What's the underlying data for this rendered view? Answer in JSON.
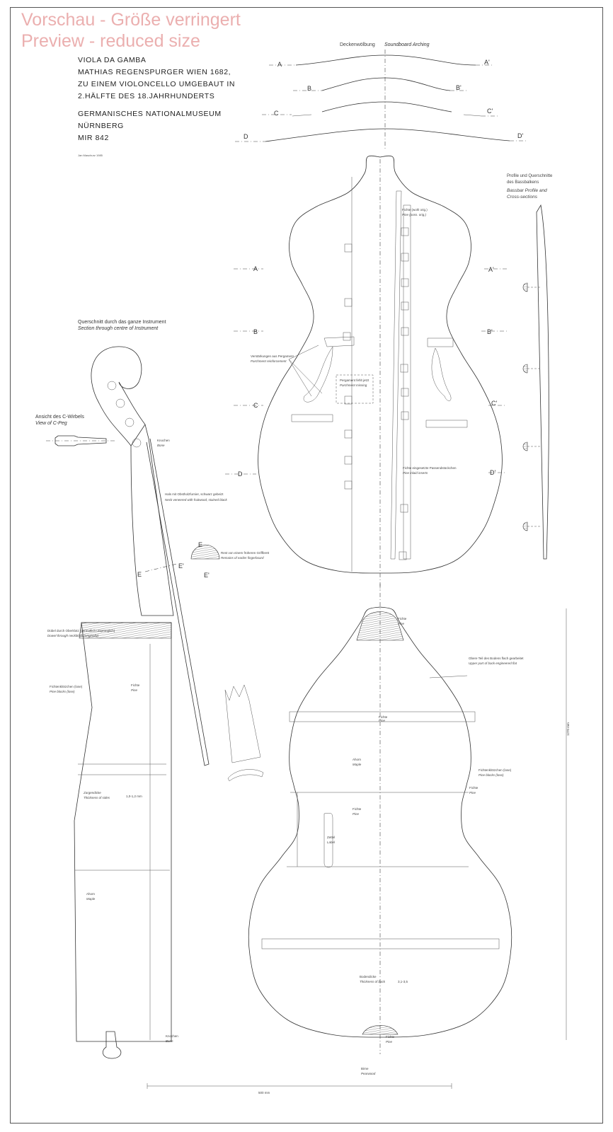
{
  "watermark": {
    "line1": "Vorschau - Größe verringert",
    "line2": "Preview - reduced size"
  },
  "title": {
    "lines": [
      "VIOLA DA GAMBA",
      "MATHIAS REGENSPURGER WIEN 1682,",
      "ZU EINEM VIOLONCELLO UMGEBAUT IN",
      "2.HÄLFTE DES 18.JAHRHUNDERTS"
    ]
  },
  "museum": {
    "lines": [
      "GERMANISCHES NATIONALMUSEUM",
      "NÜRNBERG",
      "MIR 842"
    ]
  },
  "drafter_note": "Jan Maschurz 1985",
  "arching": {
    "title_de": "Deckenwölbung",
    "title_en": "Soundboard Arching",
    "sections": [
      {
        "left": "A",
        "right": "A'"
      },
      {
        "left": "B",
        "right": "B'"
      },
      {
        "left": "C",
        "right": "C'"
      },
      {
        "left": "D",
        "right": "D'"
      }
    ]
  },
  "bassbar": {
    "title_de_1": "Profile und Querschnitte",
    "title_de_2": "des Bassbalkens",
    "title_en_1": "Bassbar Profile and",
    "title_en_2": "Cross-sections"
  },
  "section_view": {
    "title_de": "Querschnitt durch das ganze Instrument",
    "title_en": "Section through centre of Instrument"
  },
  "peg_view": {
    "title_de": "Ansicht des C-Wirbels",
    "title_en": "View of C-Peg"
  },
  "labels": {
    "parchment_de": "Verstärkungen aus Pergament",
    "parchment_en": "Parchment reinforcement",
    "parchment_missing_de": "Pergament fehlt jetzt",
    "parchment_missing_en": "Parchment missing",
    "neck_de": "Hals mit Obstholzfurnier, schwarz gebeizt",
    "neck_en": "Neck veneered with fruitwood, stained black",
    "fingerboard_de": "Rest von einem früheren Griffbrett",
    "fingerboard_en": "Remains of earlier fingerboard",
    "dowel_de": "Dübel durch Oberklotz (vermutlich ursprünglich)",
    "dowel_en": "Dowel through neckblock (originally)",
    "back_upper_de": "Obere Teil des Bodens flach gearbeitet",
    "back_upper_en": "Upper part of back engineered flat",
    "linings_de": "Fichtenklötzchen (lose)",
    "linings_en": "Pine blocks (lose)",
    "pine_de": "Fichte",
    "pine_en": "Pine",
    "maple_de": "Ahorn",
    "maple_en": "Maple",
    "pear_de": "Birne",
    "pear_en": "Pearwood",
    "label_de": "Zettel",
    "label_en": "Label",
    "sides_de": "Zargendicke",
    "sides_en": "Thickness of sides",
    "sides_value": "1,0-1,2 mm",
    "back_thick_de": "Bodendicke",
    "back_thick_en": "Thickness of back",
    "back_thick_value": "3,1-3,5",
    "bassbar_de": "Fichte (wohl orig.)",
    "bassbar_en": "Pine (poss. orig.)",
    "inlays_de": "Fichte eingesetzte Passendstückchen",
    "inlays_en": "Pine inlaid inserts",
    "ebony_de": "Knochen",
    "ebony_en": "Bone",
    "endpin_de": "Knochen",
    "endpin_en": "Bone",
    "E": "E",
    "E_prime": "E'"
  },
  "scale_bar": "500 mm",
  "side_dimension": "1270 mm"
}
